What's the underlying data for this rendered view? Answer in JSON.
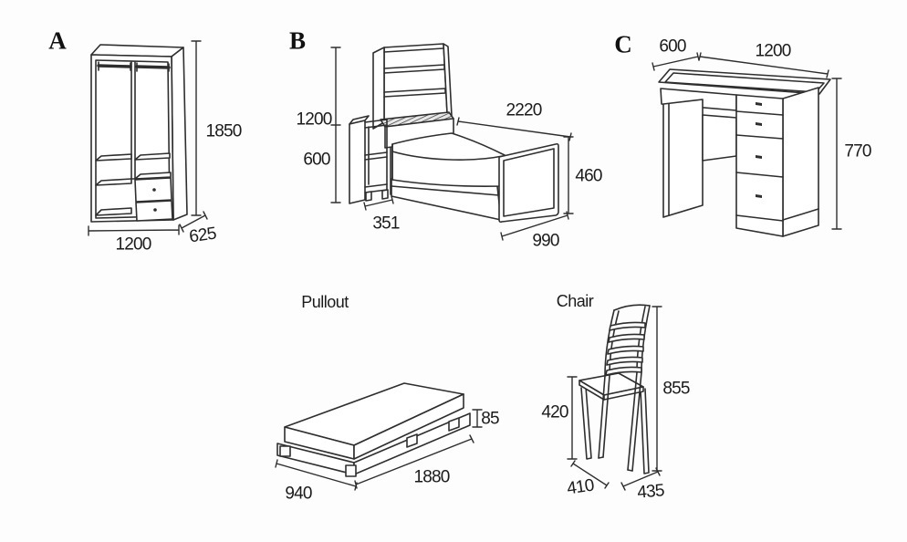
{
  "diagram_title": "",
  "colors": {
    "background": "#fdfdfd",
    "line": "#2e2e2e",
    "text": "#1b1b1b"
  },
  "sections": {
    "wardrobe": {
      "label": "A",
      "height": "1850",
      "width": "1200",
      "depth": "625"
    },
    "bed": {
      "label": "B",
      "headboard_height": "1200",
      "side_shelf_height": "600",
      "side_shelf_depth": "351",
      "length": "2220",
      "footboard_height": "460",
      "width": "990"
    },
    "desk": {
      "label": "C",
      "depth": "600",
      "width": "1200",
      "height": "770"
    },
    "pullout_bed": {
      "label": "Pullout",
      "frame_height": "85",
      "length": "1880",
      "width": "940"
    },
    "chair": {
      "label": "Chair",
      "seat_height": "420",
      "total_height": "855",
      "depth": "410",
      "width": "435"
    }
  }
}
